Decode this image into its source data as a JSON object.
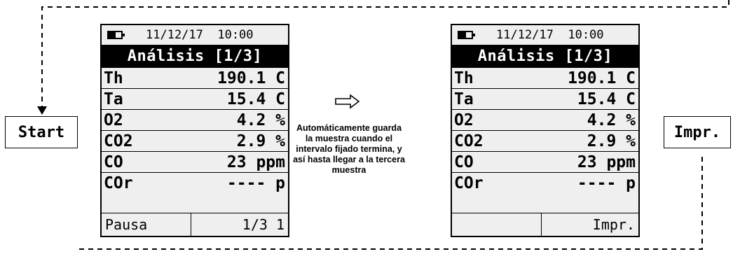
{
  "start_button": "Start",
  "print_button": "Impr.",
  "caption": "Automáticamente guarda la muestra cuando el intervalo fijado termina, y así hasta llegar a la tercera muestra",
  "screen_left": {
    "datetime": "11/12/17  10:00",
    "title": "Análisis [1/3]",
    "rows": [
      {
        "label": "Th",
        "value": "190.1 C"
      },
      {
        "label": "Ta",
        "value": "15.4 C"
      },
      {
        "label": "O2",
        "value": "4.2 %"
      },
      {
        "label": "CO2",
        "value": "2.9 %"
      },
      {
        "label": "CO",
        "value": "23 ppm"
      },
      {
        "label": "COr",
        "value": "---- p"
      }
    ],
    "footer_left": "Pausa",
    "footer_right": "1/3 1"
  },
  "screen_right": {
    "datetime": "11/12/17  10:00",
    "title": "Análisis [1/3]",
    "rows": [
      {
        "label": "Th",
        "value": "190.1 C"
      },
      {
        "label": "Ta",
        "value": "15.4 C"
      },
      {
        "label": "O2",
        "value": "4.2 %"
      },
      {
        "label": "CO2",
        "value": "2.9 %"
      },
      {
        "label": "CO",
        "value": "23 ppm"
      },
      {
        "label": "COr",
        "value": "---- p"
      }
    ],
    "footer_left": "",
    "footer_right": "Impr."
  }
}
